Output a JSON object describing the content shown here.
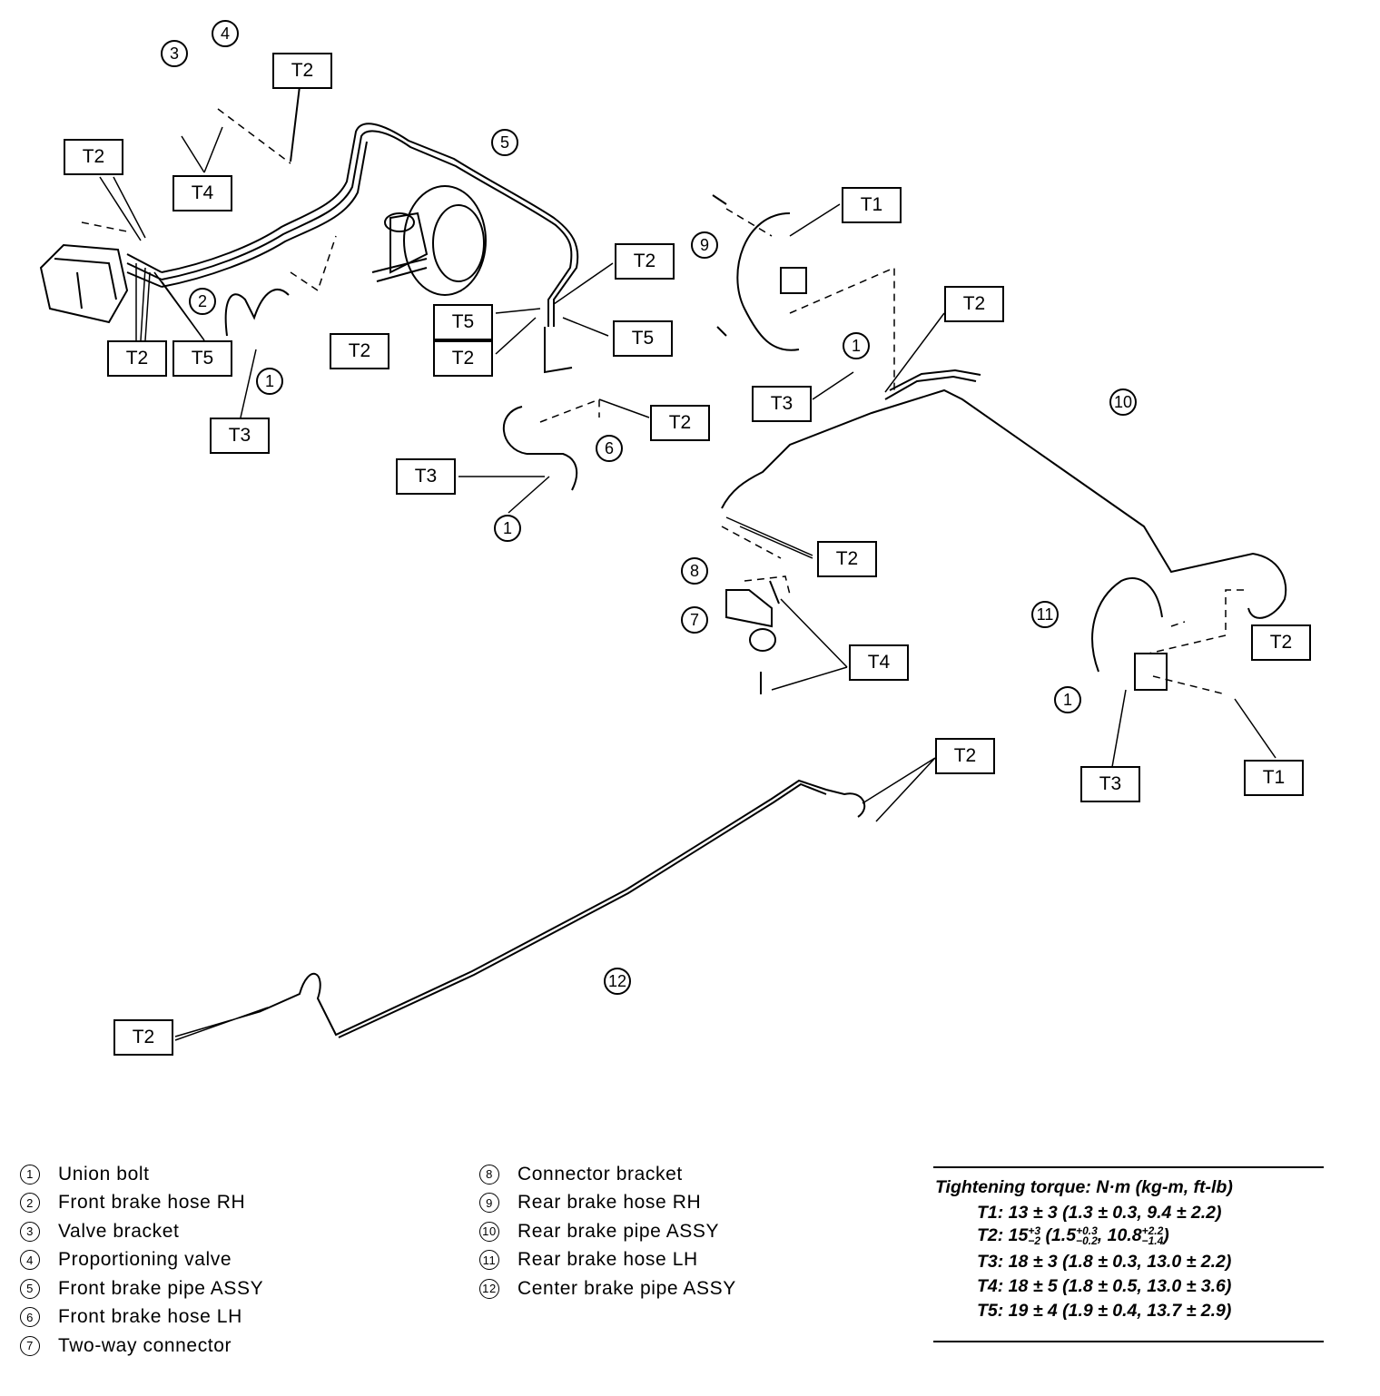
{
  "diagram": {
    "torque_labels": [
      "T2",
      "T4",
      "T2",
      "T2",
      "T5",
      "T2",
      "T3",
      "T2",
      "T5",
      "T2",
      "T5",
      "T2",
      "T3",
      "T1",
      "T2",
      "T3",
      "T2",
      "T4",
      "T2",
      "T3",
      "T1",
      "T2",
      "T2"
    ],
    "callout_numbers": [
      "3",
      "4",
      "5",
      "2",
      "1",
      "6",
      "1",
      "9",
      "1",
      "10",
      "8",
      "7",
      "11",
      "1",
      "12"
    ]
  },
  "legend": {
    "left": [
      {
        "num": "1",
        "label": "Union bolt"
      },
      {
        "num": "2",
        "label": "Front brake hose RH"
      },
      {
        "num": "3",
        "label": "Valve bracket"
      },
      {
        "num": "4",
        "label": "Proportioning valve"
      },
      {
        "num": "5",
        "label": "Front brake pipe ASSY"
      },
      {
        "num": "6",
        "label": "Front brake hose LH"
      },
      {
        "num": "7",
        "label": "Two-way connector"
      }
    ],
    "right": [
      {
        "num": "8",
        "label": "Connector bracket"
      },
      {
        "num": "9",
        "label": "Rear brake hose RH"
      },
      {
        "num": "10",
        "label": "Rear brake pipe ASSY"
      },
      {
        "num": "11",
        "label": "Rear brake hose LH"
      },
      {
        "num": "12",
        "label": "Center brake pipe ASSY"
      }
    ]
  },
  "torque": {
    "title": "Tightening torque: N·m (kg-m, ft-lb)",
    "t1": "T1: 13 ± 3 (1.3 ± 0.3, 9.4 ± 2.2)",
    "t2_prefix": "T2: 15",
    "t2_tol_up": "+3",
    "t2_tol_down": "−2",
    "t2_mid": "(1.5",
    "t2_kg_up": "+0.3",
    "t2_kg_down": "−0.2",
    "t2_ft": ", 10.8",
    "t2_ft_up": "+2.2",
    "t2_ft_down": "−1.4",
    "t2_close": ")",
    "t3": "T3: 18 ± 3 (1.8 ± 0.3, 13.0 ± 2.2)",
    "t4": "T4: 18 ± 5 (1.8 ± 0.5, 13.0 ± 3.6)",
    "t5": "T5: 19 ± 4 (1.9 ± 0.4, 13.7 ± 2.9)"
  }
}
